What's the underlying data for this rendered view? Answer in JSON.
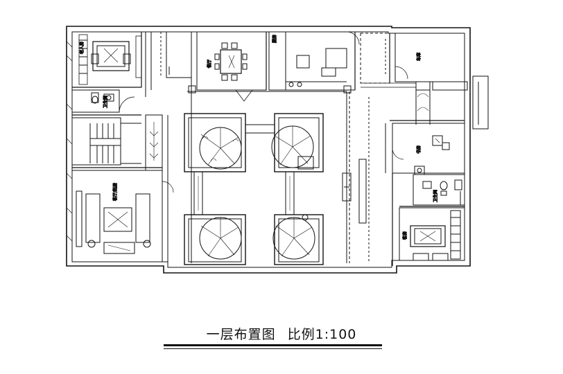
{
  "caption": {
    "title": "一层布置图",
    "scale": "比例1:100"
  },
  "rooms": {
    "master_bedroom_tl": "老人房",
    "bathroom_left": "卫生间",
    "dining_room": "餐厅",
    "kitchen": "厨房",
    "garage": "车库",
    "living_room": "客厅/起居",
    "study": "书房",
    "bathroom_right": "卫生间",
    "guest_room": "客房"
  },
  "colors": {
    "line": "#111111",
    "background": "#ffffff"
  }
}
